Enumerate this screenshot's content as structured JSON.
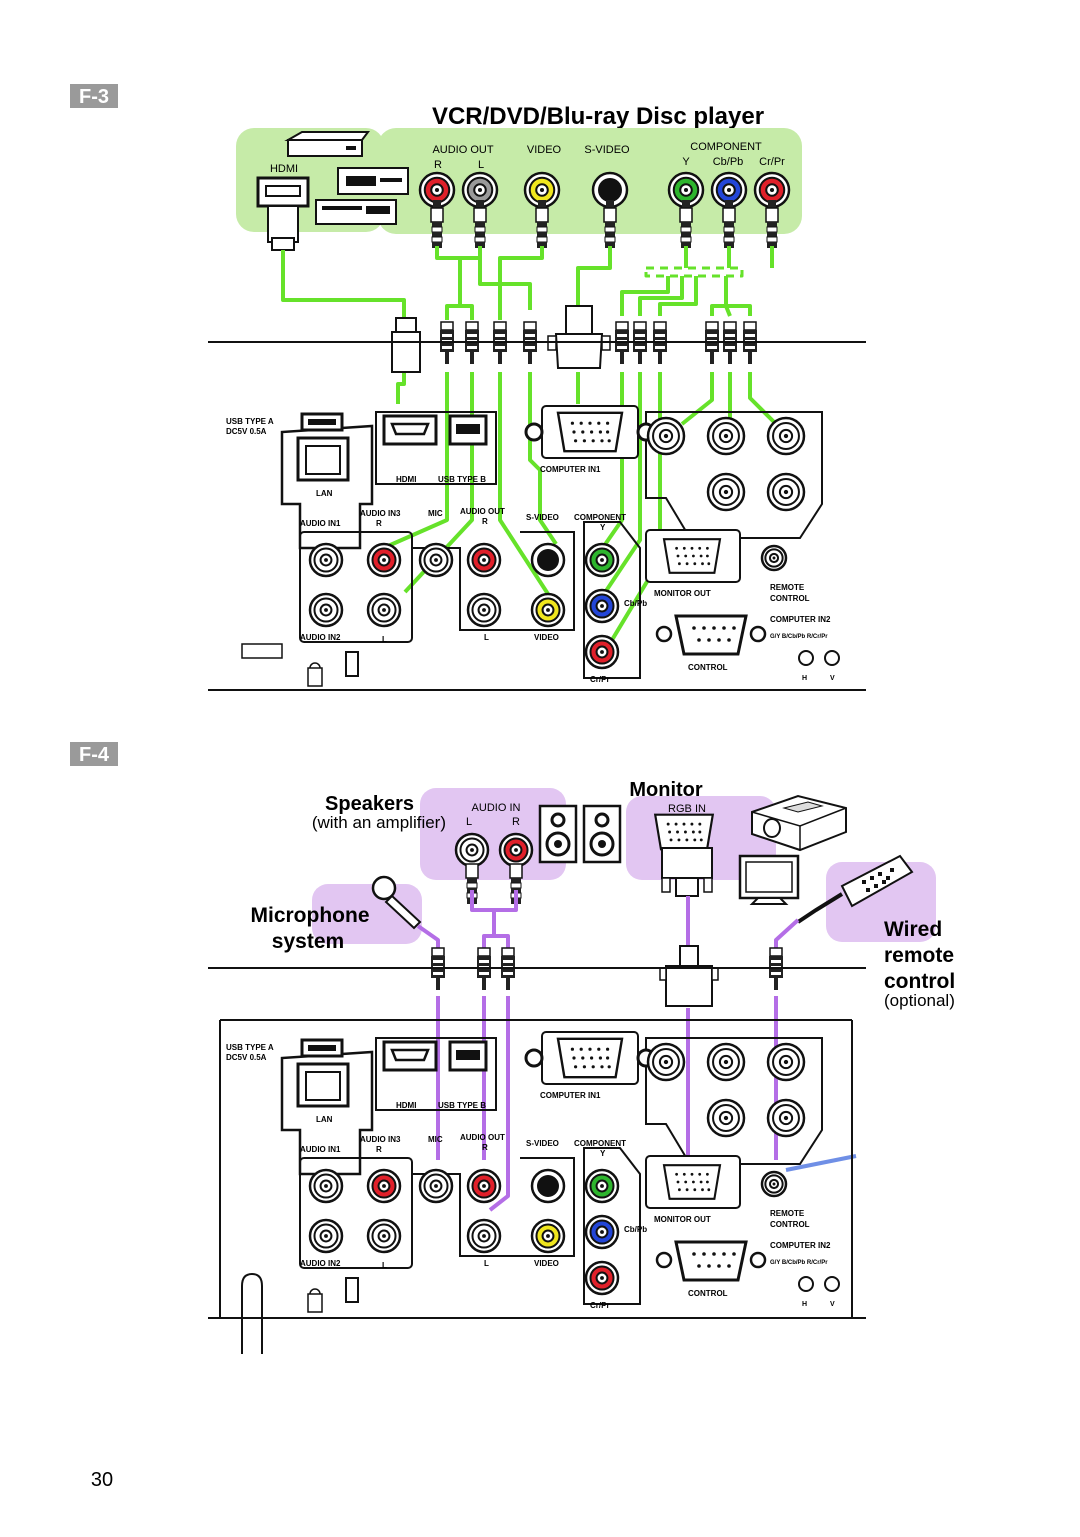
{
  "figures": {
    "f3": {
      "tag": "F-3",
      "title": "VCR/DVD/Blu-ray Disc player",
      "source_labels": {
        "hdmi": "HDMI",
        "audio_out": "AUDIO OUT",
        "audio_r": "R",
        "audio_l": "L",
        "video": "VIDEO",
        "s_video": "S-VIDEO",
        "component": "COMPONENT",
        "comp_y": "Y",
        "comp_cb": "Cb/Pb",
        "comp_cr": "Cr/Pr"
      }
    },
    "f4": {
      "tag": "F-4",
      "speakers": "Speakers",
      "speakers_note": "(with an amplifier)",
      "audio_in": "AUDIO IN",
      "audio_in_l": "L",
      "audio_in_r": "R",
      "monitor": "Monitor",
      "rgb_in": "RGB IN",
      "microphone": "Microphone",
      "microphone_system": "system",
      "wired": "Wired",
      "remote": "remote",
      "control": "control",
      "optional": "(optional)"
    }
  },
  "panel_labels": {
    "usb_type_a": "USB TYPE A",
    "usb_power": "DC5V 0.5A",
    "lan": "LAN",
    "hdmi": "HDMI",
    "usb_type_b": "USB TYPE B",
    "computer_in1": "COMPUTER IN1",
    "audio_in1": "AUDIO IN1",
    "audio_in3": "AUDIO IN3",
    "r": "R",
    "mic": "MIC",
    "audio_out": "AUDIO OUT",
    "s_video": "S-VIDEO",
    "component": "COMPONENT",
    "y": "Y",
    "monitor_out": "MONITOR OUT",
    "remote": "REMOTE",
    "control_word": "CONTROL",
    "cb_pb": "Cb/Pb",
    "computer_in2": "COMPUTER IN2",
    "in2_sub": "G/Y  B/Cb/Pb  R/Cr/Pr",
    "audio_in2": "AUDIO IN2",
    "l": "L",
    "video": "VIDEO",
    "control": "CONTROL",
    "cr_pr": "Cr/Pr",
    "h": "H",
    "v": "V"
  },
  "page_number": "30",
  "colors": {
    "f3_highlight": "#c6eba8",
    "f3_cable": "#66e22a",
    "f4_highlight": "#e2c6f2",
    "f4_cable": "#b46ee6",
    "jack_red": "#e0202a",
    "jack_green": "#2eb52e",
    "jack_blue": "#2346d8",
    "jack_yellow": "#f0e61e",
    "jack_gray": "#9a9a9a",
    "remote_cord": "#6f8fe6",
    "tag_bg": "#9a9a9a"
  }
}
